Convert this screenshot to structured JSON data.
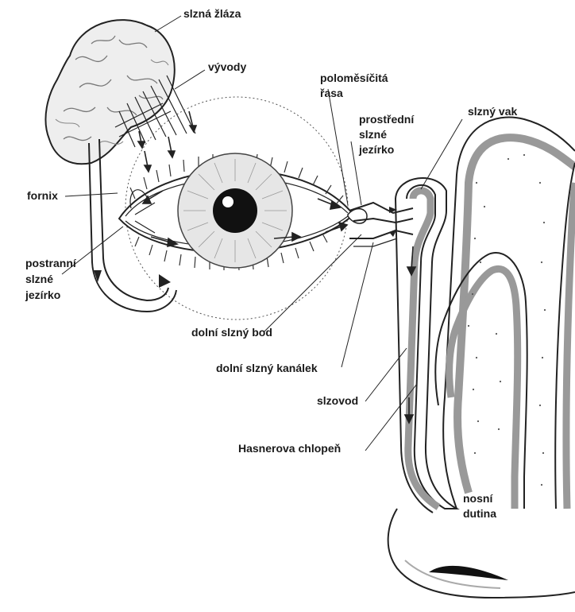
{
  "labels": {
    "slzna_zlaza": "slzná žláza",
    "vyvody": "vývody",
    "polomesicita_line1": "poloměsíčitá",
    "polomesicita_line2": "řasa",
    "prostredni_line1": "prostřední",
    "prostredni_line2": "slzné",
    "prostredni_line3": "jezírko",
    "slzny_vak": "slzný vak",
    "fornix": "fornix",
    "postranni_line1": "postranní",
    "postranni_line2": "slzné",
    "postranni_line3": "jezírko",
    "dolni_slzny_bod": "dolní slzný bod",
    "dolni_slzny_kanalek": "dolní slzný kanálek",
    "slzovod": "slzovod",
    "hasnerova_chlopen": "Hasnerova chlopeň",
    "nosni_line1": "nosní",
    "nosni_line2": "dutina"
  }
}
